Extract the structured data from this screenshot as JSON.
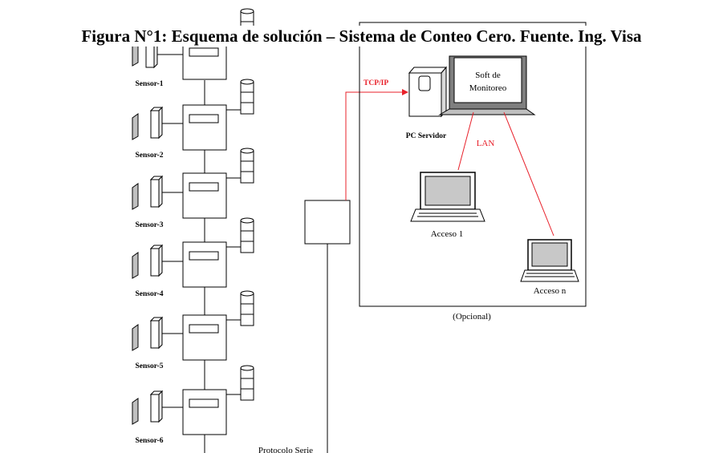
{
  "figure": {
    "caption": "Figura N°1: Esquema de solución – Sistema de Conteo Cero. Fuente. Ing. Visa"
  },
  "sensors": [
    {
      "label": "Sensor-1"
    },
    {
      "label": "Sensor-2"
    },
    {
      "label": "Sensor-3"
    },
    {
      "label": "Sensor-4"
    },
    {
      "label": "Sensor-5"
    },
    {
      "label": "Sensor-6"
    }
  ],
  "bus": {
    "label": "Protocolo Serie"
  },
  "network": {
    "tcp_label": "TCP/IP",
    "lan_label": "LAN",
    "optional_label": "(Opcional)"
  },
  "server": {
    "label": "PC Servidor"
  },
  "monitor": {
    "line1": "Soft de",
    "line2": "Monitoreo"
  },
  "clients": [
    {
      "label": "Acceso 1"
    },
    {
      "label": "Acceso n"
    }
  ],
  "colors": {
    "network_line": "#e8202a",
    "ink": "#000000",
    "screen_gray": "#c8c8c8"
  }
}
